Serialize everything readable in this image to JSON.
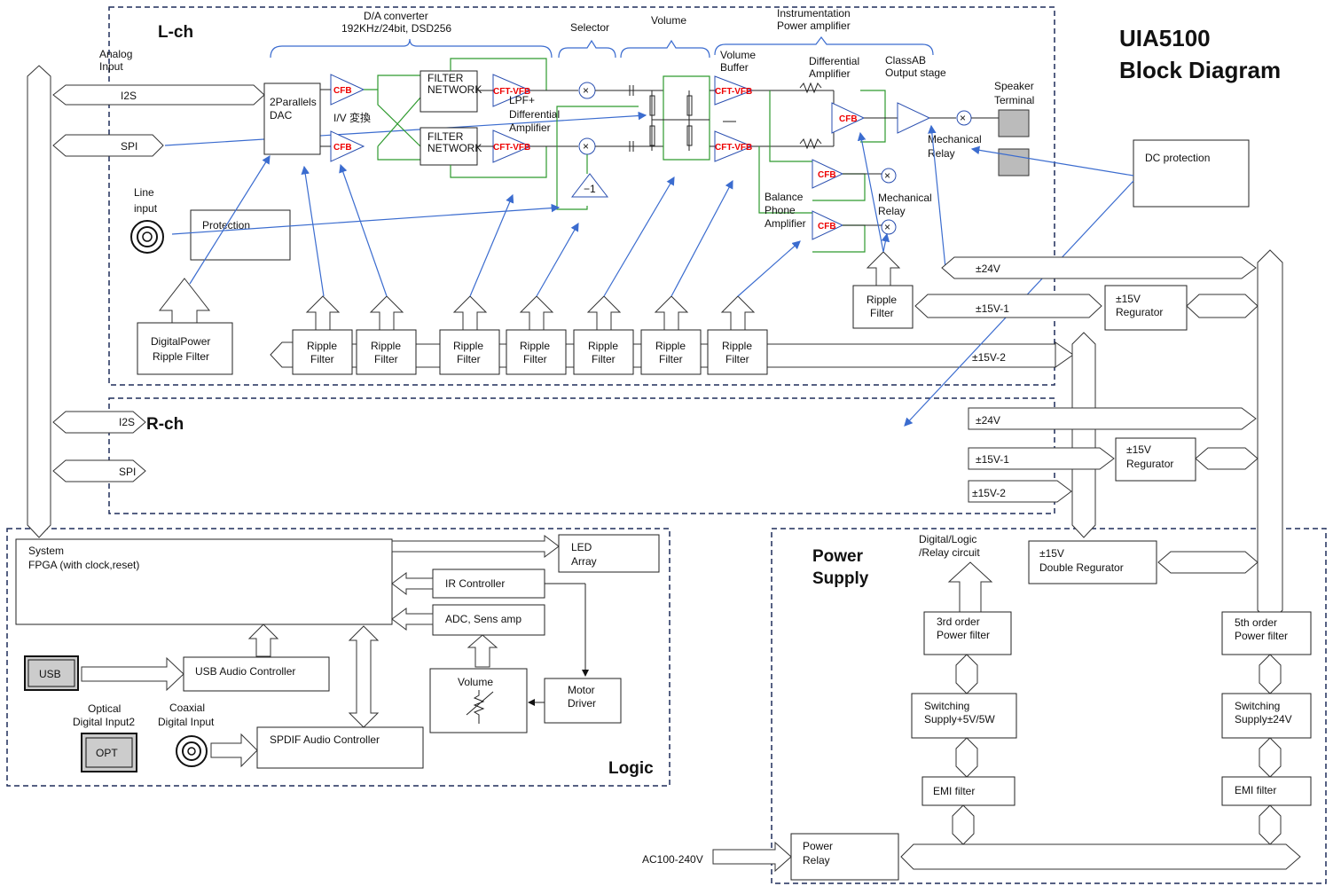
{
  "title": {
    "line1": "UIA5100",
    "line2": "Block Diagram"
  },
  "sections": {
    "lch": "L-ch",
    "rch": "R-ch",
    "logic": "Logic",
    "power_line1": "Power",
    "power_line2": "Supply"
  },
  "headers": {
    "dac_line1": "D/A converter",
    "dac_line2": "192KHz/24bit, DSD256",
    "selector": "Selector",
    "volume": "Volume",
    "instr_line1": "Instrumentation",
    "instr_line2": "Power amplifier"
  },
  "lch": {
    "analog_input_line1": "Analog",
    "analog_input_line2": "Input",
    "i2s": "I2S",
    "spi": "SPI",
    "dac_line1": "2Parallels",
    "dac_line2": "DAC",
    "cfb": "CFB",
    "iv": "I/V 変換",
    "filter_line1": "FILTER",
    "filter_line2": "NETWORK",
    "cft_vfb": "CFT-VFB",
    "lpf_line1": "LPF+",
    "lpf_line2": "Differential",
    "lpf_line3": "Amplifier",
    "minus_one": "−1",
    "line_input_line1": "Line",
    "line_input_line2": "input",
    "protection": "Protection",
    "digital_power_line1": "DigitalPower",
    "digital_power_line2": "Ripple Filter",
    "ripple_line1": "Ripple",
    "ripple_line2": "Filter",
    "volume_buffer_line1": "Volume",
    "volume_buffer_line2": "Buffer",
    "diff_amp_line1": "Differential",
    "diff_amp_line2": "Amplifier",
    "classab_line1": "ClassAB",
    "classab_line2": "Output stage",
    "speaker_line1": "Speaker",
    "speaker_line2": "Terminal",
    "mech_relay_line1": "Mechanical",
    "mech_relay_line2": "Relay",
    "balance_line1": "Balance",
    "balance_line2": "Phone",
    "balance_line3": "Amplifier",
    "dc_protection": "DC protection",
    "v24": "±24V",
    "v15_1": "±15V-1",
    "v15_2": "±15V-2",
    "reg_line1": "±15V",
    "reg_line2": "Regurator"
  },
  "rch": {
    "i2s": "I2S",
    "spi": "SPI",
    "v24": "±24V",
    "v15_1": "±15V-1",
    "v15_2": "±15V-2",
    "reg_line1": "±15V",
    "reg_line2": "Regurator"
  },
  "logic": {
    "fpga_line1": "System",
    "fpga_line2": "FPGA (with clock,reset)",
    "led_line1": "LED",
    "led_line2": "Array",
    "ir": "IR Controller",
    "adc": "ADC, Sens amp",
    "usb": "USB",
    "usb_ctrl": "USB Audio Controller",
    "volume": "Volume",
    "motor_line1": "Motor",
    "motor_line2": "Driver",
    "optical_line1": "Optical",
    "optical_line2": "Digital Input2",
    "coaxial_line1": "Coaxial",
    "coaxial_line2": "Digital Input",
    "opt": "OPT",
    "spdif": "SPDIF Audio Controller"
  },
  "power": {
    "digital_line1": "Digital/Logic",
    "digital_line2": "/Relay circuit",
    "double_reg_line1": "±15V",
    "double_reg_line2": "Double Regurator",
    "filter3_line1": "3rd order",
    "filter3_line2": "Power filter",
    "filter5_line1": "5th order",
    "filter5_line2": "Power filter",
    "sw5_line1": "Switching",
    "sw5_line2": "Supply+5V/5W",
    "sw24_line1": "Switching",
    "sw24_line2": "Supply±24V",
    "emi": "EMI filter",
    "relay_line1": "Power",
    "relay_line2": "Relay",
    "ac": "AC100-240V"
  },
  "colors": {
    "frame": "#1f2d5a",
    "signal": "#3b6ccf",
    "feedback": "#2e9a2e",
    "opamp_label": "#e00000"
  }
}
